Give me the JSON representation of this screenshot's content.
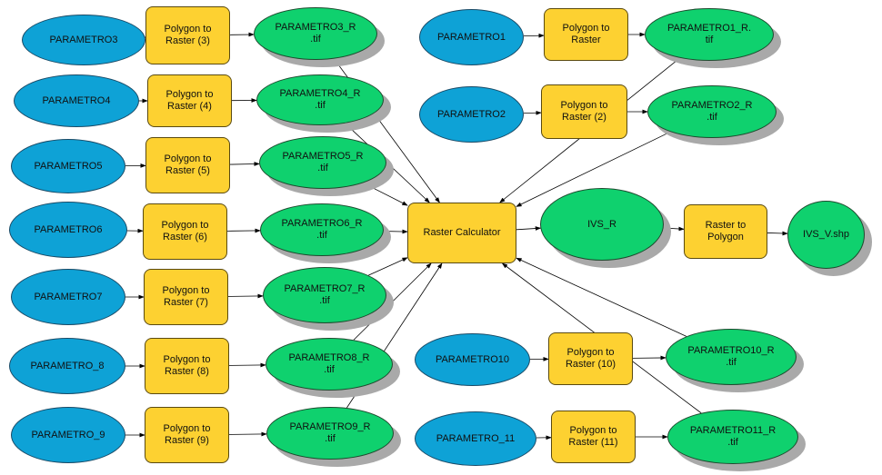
{
  "diagram": {
    "colors": {
      "input": "#0ea2d6",
      "tool": "#fdd131",
      "output": "#0fd16e",
      "shadow": "#a9a9a9"
    },
    "nodes": [
      {
        "id": "p3",
        "type": "input",
        "label": "PARAMETRO3"
      },
      {
        "id": "pr3",
        "type": "tool",
        "label": "Polygon to\nRaster (3)"
      },
      {
        "id": "r3",
        "type": "output",
        "label": "PARAMETRO3_R\n.tif"
      },
      {
        "id": "p4",
        "type": "input",
        "label": "PARAMETRO4"
      },
      {
        "id": "pr4",
        "type": "tool",
        "label": "Polygon to\nRaster (4)"
      },
      {
        "id": "r4",
        "type": "output",
        "label": "PARAMETRO4_R\n.tif"
      },
      {
        "id": "p5",
        "type": "input",
        "label": "PARAMETRO5"
      },
      {
        "id": "pr5",
        "type": "tool",
        "label": "Polygon to\nRaster (5)"
      },
      {
        "id": "r5",
        "type": "output",
        "label": "PARAMETRO5_R\n.tif"
      },
      {
        "id": "p6",
        "type": "input",
        "label": "PARAMETRO6"
      },
      {
        "id": "pr6",
        "type": "tool",
        "label": "Polygon to\nRaster (6)"
      },
      {
        "id": "r6",
        "type": "output",
        "label": "PARAMETRO6_R\n.tif"
      },
      {
        "id": "p7",
        "type": "input",
        "label": "PARAMETRO7"
      },
      {
        "id": "pr7",
        "type": "tool",
        "label": "Polygon to\nRaster (7)"
      },
      {
        "id": "r7",
        "type": "output",
        "label": "PARAMETRO7_R\n.tif"
      },
      {
        "id": "p8",
        "type": "input",
        "label": "PARAMETRO_8"
      },
      {
        "id": "pr8",
        "type": "tool",
        "label": "Polygon to\nRaster (8)"
      },
      {
        "id": "r8",
        "type": "output",
        "label": "PARAMETRO8_R\n.tif"
      },
      {
        "id": "p9",
        "type": "input",
        "label": "PARAMETRO_9"
      },
      {
        "id": "pr9",
        "type": "tool",
        "label": "Polygon to\nRaster (9)"
      },
      {
        "id": "r9",
        "type": "output",
        "label": "PARAMETRO9_R\n.tif"
      },
      {
        "id": "p1",
        "type": "input",
        "label": "PARAMETRO1"
      },
      {
        "id": "pr1",
        "type": "tool",
        "label": "Polygon to\nRaster"
      },
      {
        "id": "r1",
        "type": "output",
        "label": "PARAMETRO1_R.\ntif"
      },
      {
        "id": "p2",
        "type": "input",
        "label": "PARAMETRO2"
      },
      {
        "id": "pr2",
        "type": "tool",
        "label": "Polygon to\nRaster (2)"
      },
      {
        "id": "r2",
        "type": "output",
        "label": "PARAMETRO2_R\n.tif"
      },
      {
        "id": "calc",
        "type": "tool",
        "label": "Raster Calculator"
      },
      {
        "id": "ivsr",
        "type": "output",
        "label": "IVS_R"
      },
      {
        "id": "r2p",
        "type": "tool",
        "label": "Raster to\nPolygon"
      },
      {
        "id": "ivsv",
        "type": "output",
        "label": "IVS_V.shp"
      },
      {
        "id": "p10",
        "type": "input",
        "label": "PARAMETRO10"
      },
      {
        "id": "pr10",
        "type": "tool",
        "label": "Polygon to\nRaster (10)"
      },
      {
        "id": "r10",
        "type": "output",
        "label": "PARAMETRO10_R\n.tif"
      },
      {
        "id": "p11",
        "type": "input",
        "label": "PARAMETRO_11"
      },
      {
        "id": "pr11",
        "type": "tool",
        "label": "Polygon to\nRaster (11)"
      },
      {
        "id": "r11",
        "type": "output",
        "label": "PARAMETRO11_R\n.tif"
      }
    ],
    "edges": [
      [
        "p3",
        "pr3"
      ],
      [
        "pr3",
        "r3"
      ],
      [
        "p4",
        "pr4"
      ],
      [
        "pr4",
        "r4"
      ],
      [
        "p5",
        "pr5"
      ],
      [
        "pr5",
        "r5"
      ],
      [
        "p6",
        "pr6"
      ],
      [
        "pr6",
        "r6"
      ],
      [
        "p7",
        "pr7"
      ],
      [
        "pr7",
        "r7"
      ],
      [
        "p8",
        "pr8"
      ],
      [
        "pr8",
        "r8"
      ],
      [
        "p9",
        "pr9"
      ],
      [
        "pr9",
        "r9"
      ],
      [
        "p1",
        "pr1"
      ],
      [
        "pr1",
        "r1"
      ],
      [
        "p2",
        "pr2"
      ],
      [
        "pr2",
        "r2"
      ],
      [
        "p10",
        "pr10"
      ],
      [
        "pr10",
        "r10"
      ],
      [
        "p11",
        "pr11"
      ],
      [
        "pr11",
        "r11"
      ],
      [
        "r1",
        "calc"
      ],
      [
        "r2",
        "calc"
      ],
      [
        "r3",
        "calc"
      ],
      [
        "r4",
        "calc"
      ],
      [
        "r5",
        "calc"
      ],
      [
        "r6",
        "calc"
      ],
      [
        "r7",
        "calc"
      ],
      [
        "r8",
        "calc"
      ],
      [
        "r9",
        "calc"
      ],
      [
        "r10",
        "calc"
      ],
      [
        "r11",
        "calc"
      ],
      [
        "calc",
        "ivsr"
      ],
      [
        "ivsr",
        "r2p"
      ],
      [
        "r2p",
        "ivsv"
      ]
    ]
  }
}
